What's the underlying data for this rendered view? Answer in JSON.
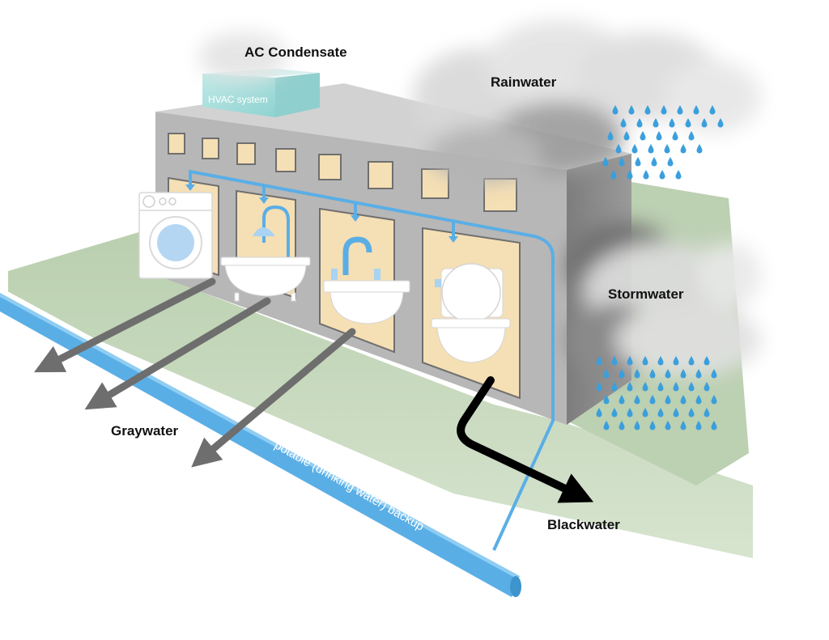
{
  "labels": {
    "ac_condensate": "AC Condensate",
    "hvac_system": "HVAC system",
    "rainwater": "Rainwater",
    "stormwater": "Stormwater",
    "graywater": "Graywater",
    "blackwater": "Blackwater",
    "potable_backup": "potable (drinking water) backup"
  },
  "colors": {
    "water_blue": "#5aaee6",
    "drop_blue": "#3b9fdc",
    "building_front": "#b7b7b7",
    "building_side": "#8a8a8a",
    "window_fill": "#f5dfb4",
    "lawn": "#b9cfae",
    "graywater_arrow": "#6e6e6e",
    "blackwater_arrow": "#000000",
    "hvac": "#a7dedd"
  }
}
